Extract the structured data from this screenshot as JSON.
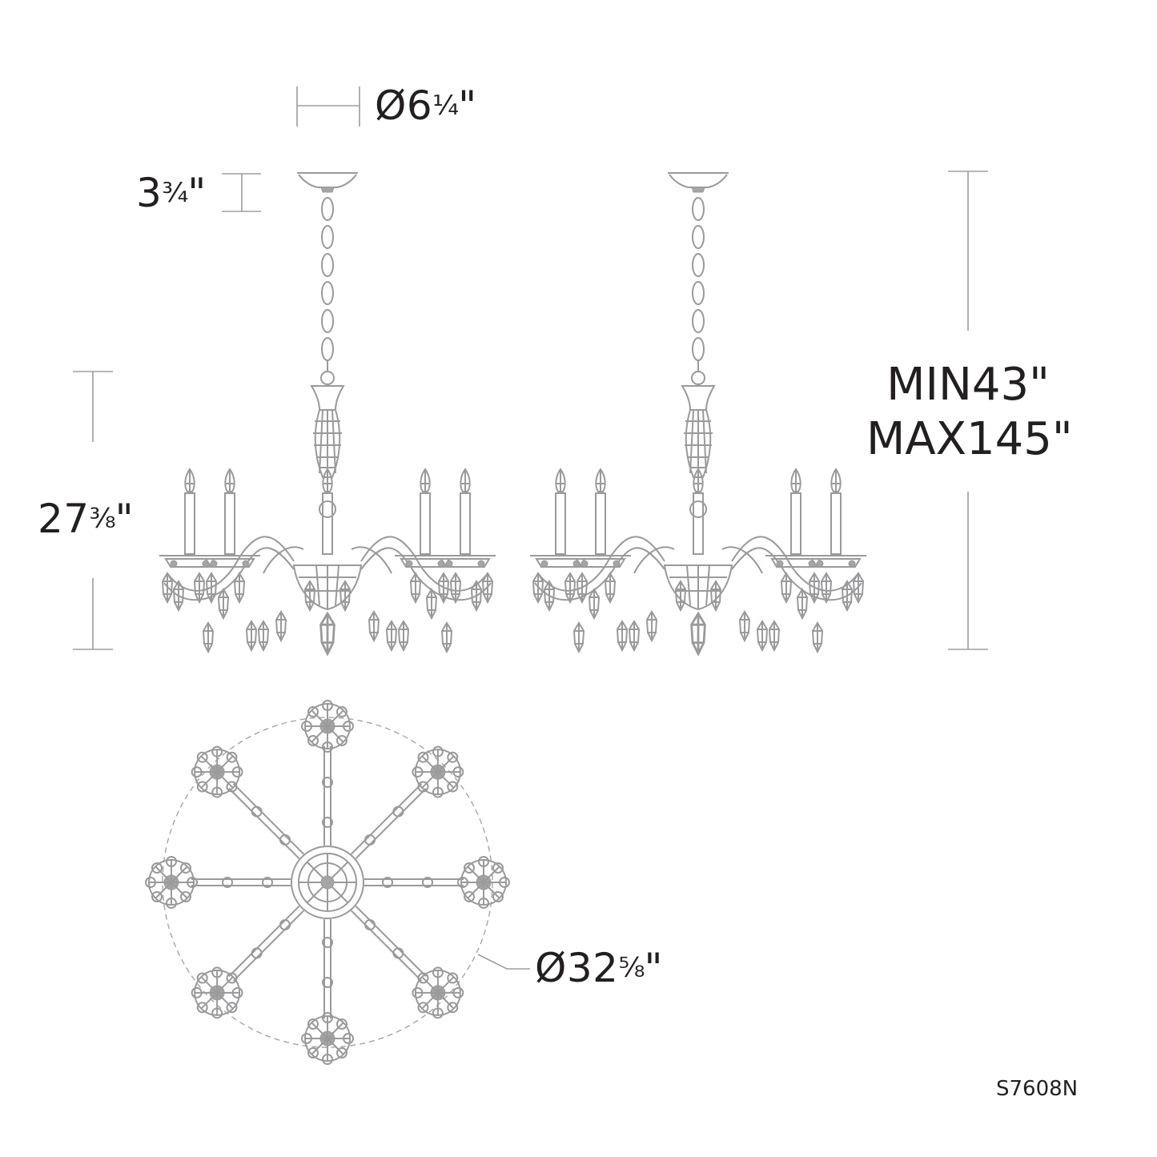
{
  "diagram": {
    "type": "product-dimension-drawing",
    "subject": "chandelier",
    "views": [
      "front-elevation-min",
      "front-elevation-max",
      "top-plan"
    ]
  },
  "dimensions": {
    "canopy_diameter": {
      "prefix": "Ø",
      "whole": "6",
      "fraction": "¼",
      "unit": "\""
    },
    "canopy_height": {
      "prefix": "",
      "whole": "3",
      "fraction": "¾",
      "unit": "\""
    },
    "body_height": {
      "prefix": "",
      "whole": "27",
      "fraction": "⅜",
      "unit": "\""
    },
    "overall_height_min": "MIN43\"",
    "overall_height_max": "MAX145\"",
    "fixture_diameter": {
      "prefix": "Ø",
      "whole": "32",
      "fraction": "⅝",
      "unit": "\""
    }
  },
  "model_number": "S7608N",
  "colors": {
    "text": "#231f20",
    "line": "#9d9d9f",
    "background": "#ffffff"
  }
}
